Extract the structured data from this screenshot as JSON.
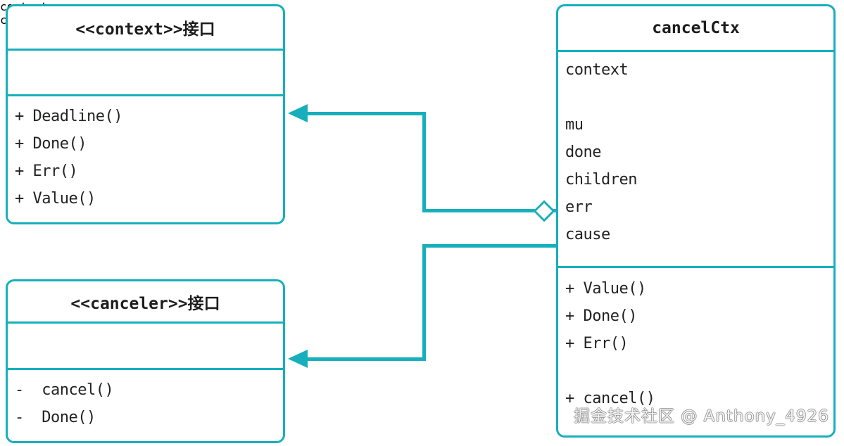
{
  "diagram": {
    "type": "uml-class-diagram",
    "accent_color": "#17AFBB",
    "background_color": "#FFFFFF",
    "text_color": "#232323"
  },
  "classes": {
    "context_interface": {
      "title": "<<context>>接口",
      "attributes": [],
      "methods": [
        "+ Deadline()",
        "+ Done()",
        "+ Err()",
        "+ Value()"
      ]
    },
    "canceler_interface": {
      "title": "<<canceler>>接口",
      "attributes": [],
      "methods": [
        "-  cancel()",
        "-  Done()"
      ]
    },
    "cancel_ctx": {
      "title": "cancelCtx",
      "attributes": [
        "context",
        " ",
        "mu",
        "done",
        "children",
        "err",
        "cause"
      ],
      "methods": [
        "+ Value()",
        "+ Done()",
        "+ Err()",
        " ",
        "+ cancel()"
      ]
    }
  },
  "relations": [
    {
      "name": "cancelctx-implements-context",
      "from": "cancel_ctx",
      "to": "context_interface",
      "kind": "aggregation-arrow",
      "source_marker": "hollow-diamond",
      "target_marker": "open-arrow"
    },
    {
      "name": "cancelctx-implements-canceler",
      "from": "cancel_ctx",
      "to": "canceler_interface",
      "kind": "association",
      "source_marker": "none",
      "target_marker": "open-arrow"
    }
  ],
  "watermark": {
    "text": "掘金技术社区 @ Anthony_4926"
  }
}
